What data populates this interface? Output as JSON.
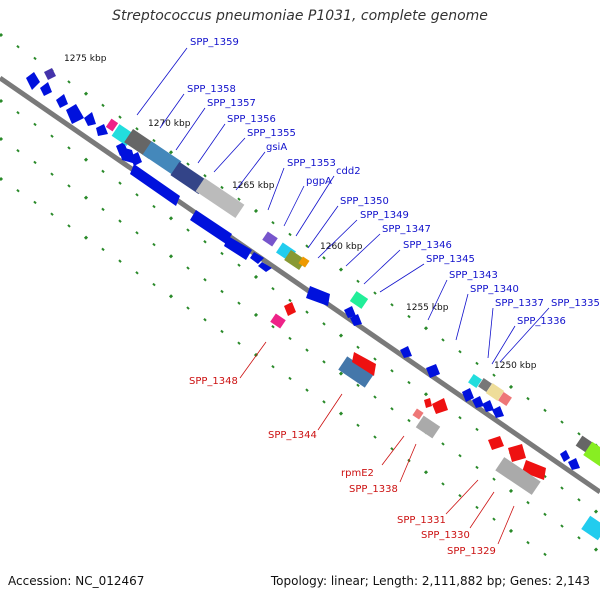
{
  "title": "Streptococcus pneumoniae P1031, complete genome",
  "footer": {
    "accession": "Accession: NC_012467",
    "summary": "Topology: linear; Length: 2,111,882 bp; Genes: 2,143"
  },
  "ruler": [
    "1275 kbp",
    "1270 kbp",
    "1265 kbp",
    "1260 kbp",
    "1255 kbp",
    "1250 kbp"
  ],
  "genes_forward": [
    "SPP_1359",
    "SPP_1358",
    "SPP_1357",
    "SPP_1356",
    "SPP_1355",
    "gsiA",
    "SPP_1353",
    "pgpA",
    "cdd2",
    "SPP_1350",
    "SPP_1349",
    "SPP_1347",
    "SPP_1346",
    "SPP_1345",
    "SPP_1343",
    "SPP_1340",
    "SPP_1337",
    "SPP_1335",
    "SPP_1336"
  ],
  "genes_reverse": [
    "SPP_1348",
    "SPP_1344",
    "rpmE2",
    "SPP_1338",
    "SPP_1331",
    "SPP_1330",
    "SPP_1329"
  ],
  "colors": {
    "forward": "#0000ee",
    "reverse": "#dd0000",
    "axis": "#777777",
    "tick": "#2a7a2a"
  }
}
